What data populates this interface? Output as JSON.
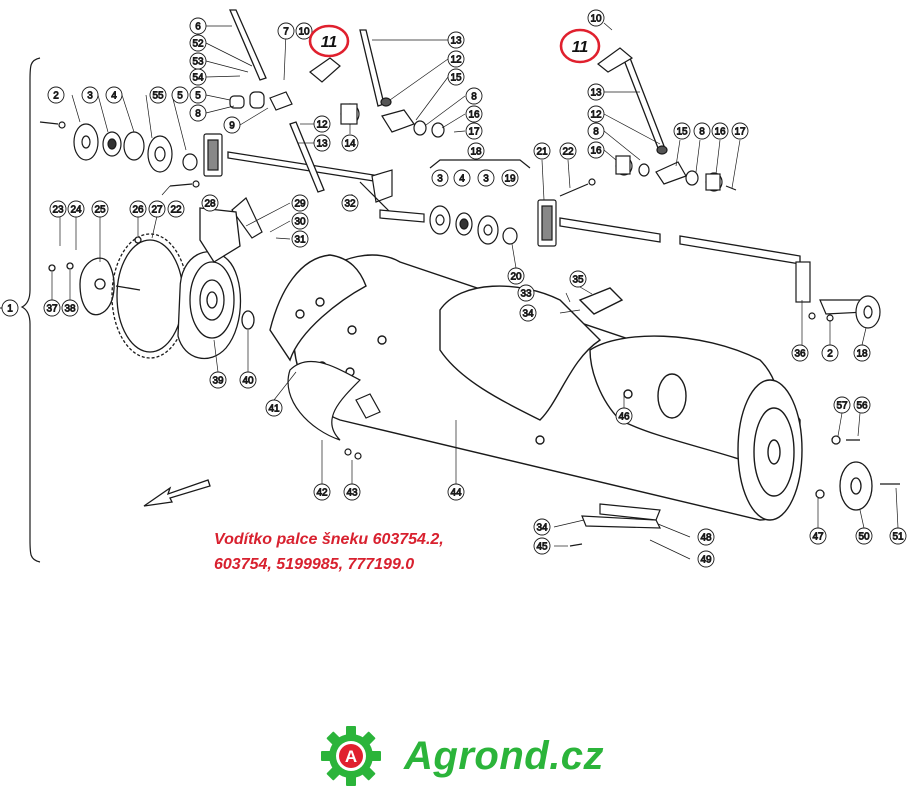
{
  "labels": {
    "l1": "1",
    "l2": "2",
    "l3": "3",
    "l4": "4",
    "l5": "5",
    "l6": "6",
    "l7": "7",
    "l8": "8",
    "l9": "9",
    "l10": "10",
    "l11": "11",
    "l12": "12",
    "l13": "13",
    "l14": "14",
    "l15": "15",
    "l16": "16",
    "l17": "17",
    "l18": "18",
    "l19": "19",
    "l20": "20",
    "l21": "21",
    "l22": "22",
    "l23": "23",
    "l24": "24",
    "l25": "25",
    "l26": "26",
    "l27": "27",
    "l28": "28",
    "l29": "29",
    "l30": "30",
    "l31": "31",
    "l32": "32",
    "l33": "33",
    "l34": "34",
    "l35": "35",
    "l36": "36",
    "l37": "37",
    "l38": "38",
    "l39": "39",
    "l40": "40",
    "l41": "41",
    "l42": "42",
    "l43": "43",
    "l44": "44",
    "l45": "45",
    "l46": "46",
    "l47": "47",
    "l48": "48",
    "l49": "49",
    "l50": "50",
    "l51": "51",
    "l52": "52",
    "l53": "53",
    "l54": "54",
    "l55": "55",
    "l56": "56",
    "l57": "57"
  },
  "caption": {
    "line1": "Vodítko palce šneku 603754.2,",
    "line2": "603754, 5199985, 777199.0"
  },
  "logo": {
    "letter": "A",
    "text": "Agrond.cz"
  },
  "colors": {
    "highlight": "#e0202e",
    "caption": "#d8212f",
    "brand_green": "#2bb43a",
    "line": "#1a1a1a"
  }
}
